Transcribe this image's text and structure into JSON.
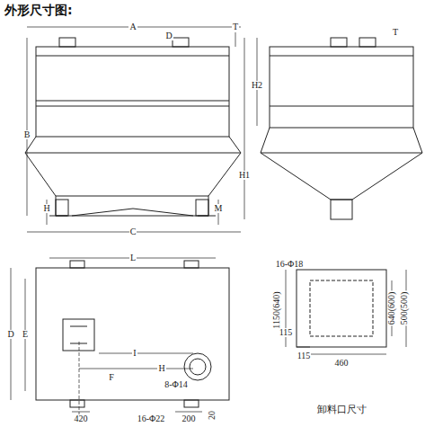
{
  "diagram": {
    "title": "外形尺寸图:",
    "labels": [
      "A",
      "D",
      "T",
      "B",
      "H",
      "M",
      "C",
      "H2",
      "H1",
      "T",
      "L",
      "D",
      "E",
      "I",
      "H",
      "F",
      "8-Φ14",
      "420",
      "16-Φ22",
      "200",
      "20",
      "16-Φ18",
      "1150(640)",
      "115",
      "115",
      "460",
      "640(600)",
      "500(500)",
      "卸料口尺寸"
    ]
  }
}
